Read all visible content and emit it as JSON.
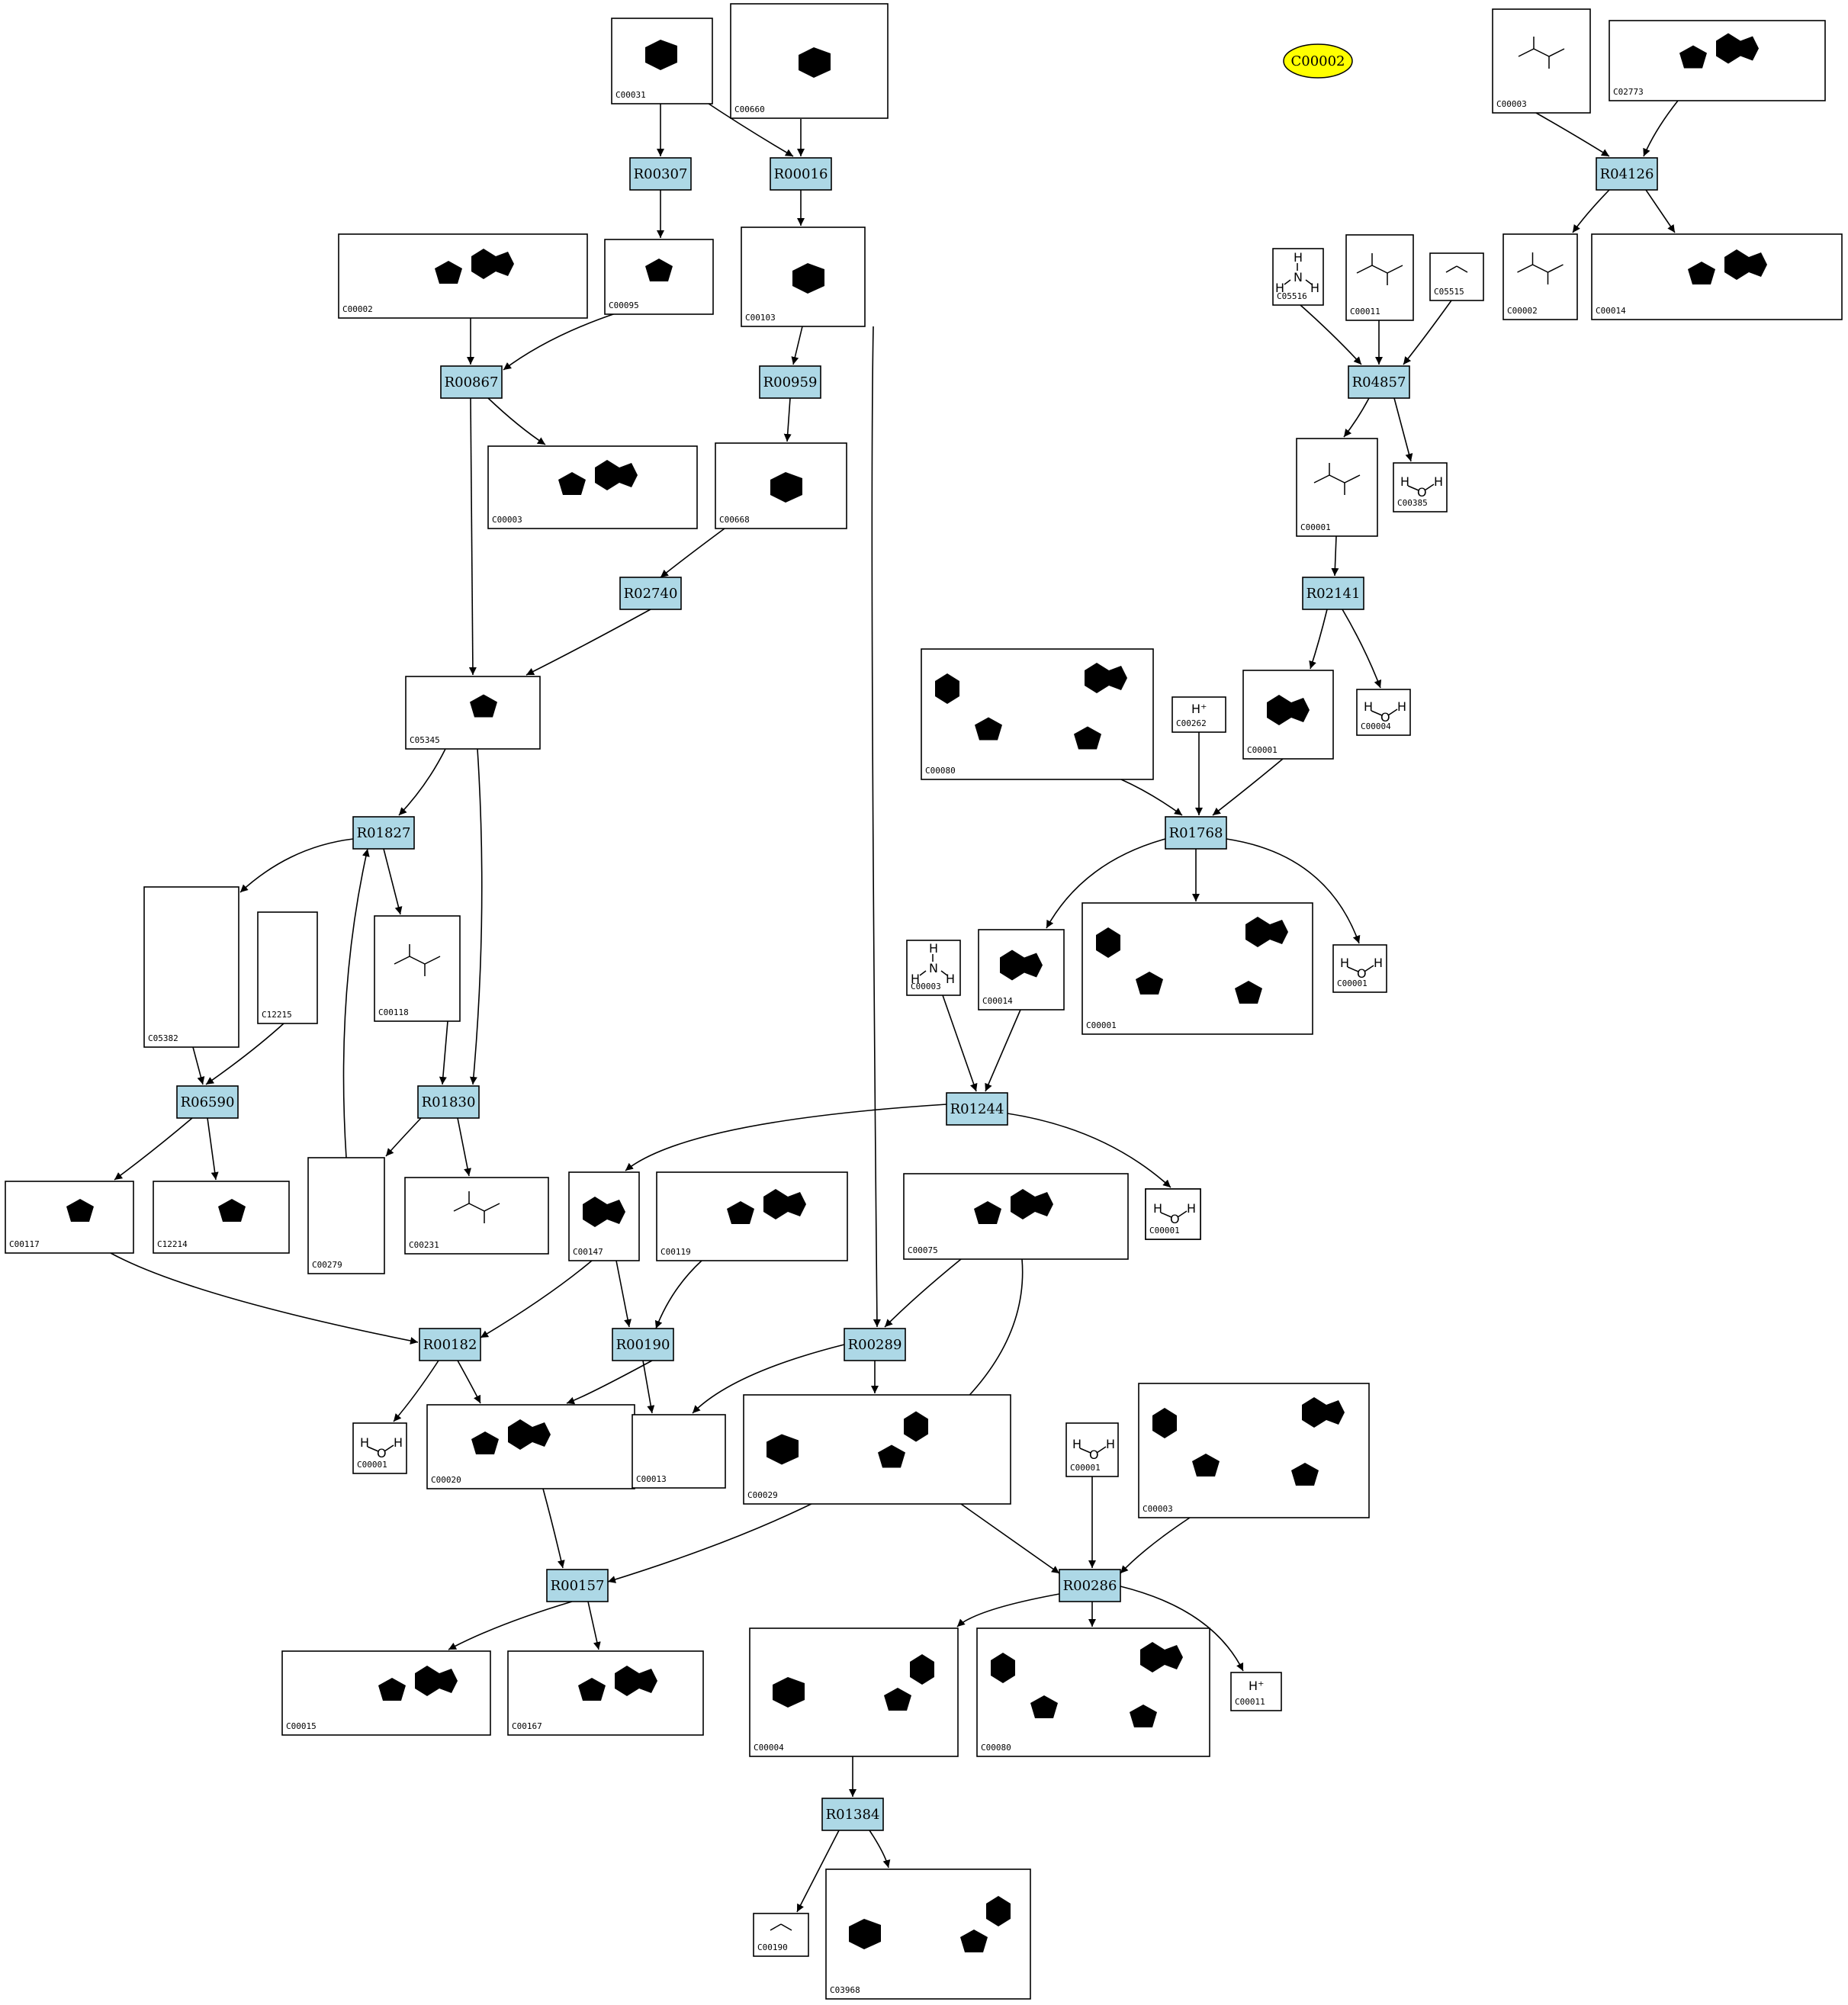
{
  "highlight": {
    "label": "C00002",
    "color": "#ffff00"
  },
  "reaction_color": "#add8e6",
  "reactions": [
    "R00307",
    "R00016",
    "R00867",
    "R00959",
    "R02740",
    "R01827",
    "R06590",
    "R01830",
    "R00182",
    "R00190",
    "R00289",
    "R00157",
    "R00286",
    "R01384",
    "R04126",
    "R04857",
    "R02141",
    "R01768",
    "R01244"
  ],
  "compounds": [
    "C00031",
    "C00660",
    "C00002",
    "C00095",
    "C00103",
    "C00003",
    "C00668",
    "C05345",
    "C05382",
    "C12215",
    "C00118",
    "C00117",
    "C12214",
    "C00279",
    "C00231",
    "C00147",
    "C00119",
    "C00075",
    "C00001",
    "C00020",
    "C00013",
    "C00029",
    "C00003",
    "C00015",
    "C00167",
    "C00004",
    "C00080",
    "C00011",
    "C00190",
    "C03968",
    "C00003",
    "C02773",
    "C00002",
    "C00014",
    "C05516",
    "C00011",
    "C05515",
    "C00001",
    "C00385",
    "C00001",
    "C00004",
    "C00080",
    "C00262",
    "C00014",
    "C00003",
    "C00001",
    "C00001",
    "C00001"
  ],
  "atom_labels": {
    "h_plus": "H⁺",
    "amm_h": "H",
    "amm_n": "N",
    "water_o": "O",
    "water_h": "H"
  }
}
